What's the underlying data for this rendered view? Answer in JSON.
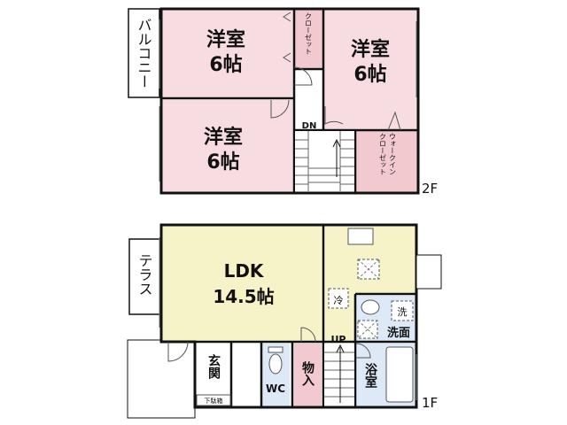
{
  "floor2": {
    "balcony": "バルコニー",
    "room_a": {
      "name": "洋室",
      "size": "6帖"
    },
    "room_b": {
      "name": "洋室",
      "size": "6帖"
    },
    "room_c": {
      "name": "洋室",
      "size": "6帖"
    },
    "closet": "クローゼット",
    "wic_line1": "ウォークイン",
    "wic_line2": "クローゼット",
    "stair_label": "DN",
    "floor_label": "2F"
  },
  "floor1": {
    "terrace": "テラス",
    "ldk_name": "LDK",
    "ldk_size": "14.5帖",
    "fridge": "冷",
    "washer": "洗",
    "washroom": "洗面",
    "stair_label": "UP",
    "entrance": "玄関",
    "shoe_box": "下駄箱",
    "wc": "WC",
    "storage": "物入",
    "bath": "浴室",
    "floor_label": "1F"
  },
  "colors": {
    "bedroom": "#f7dde2",
    "closet": "#f3c9d0",
    "ldk": "#f6f3c8",
    "wet_area": "#dde9f6",
    "wall": "#111111"
  }
}
